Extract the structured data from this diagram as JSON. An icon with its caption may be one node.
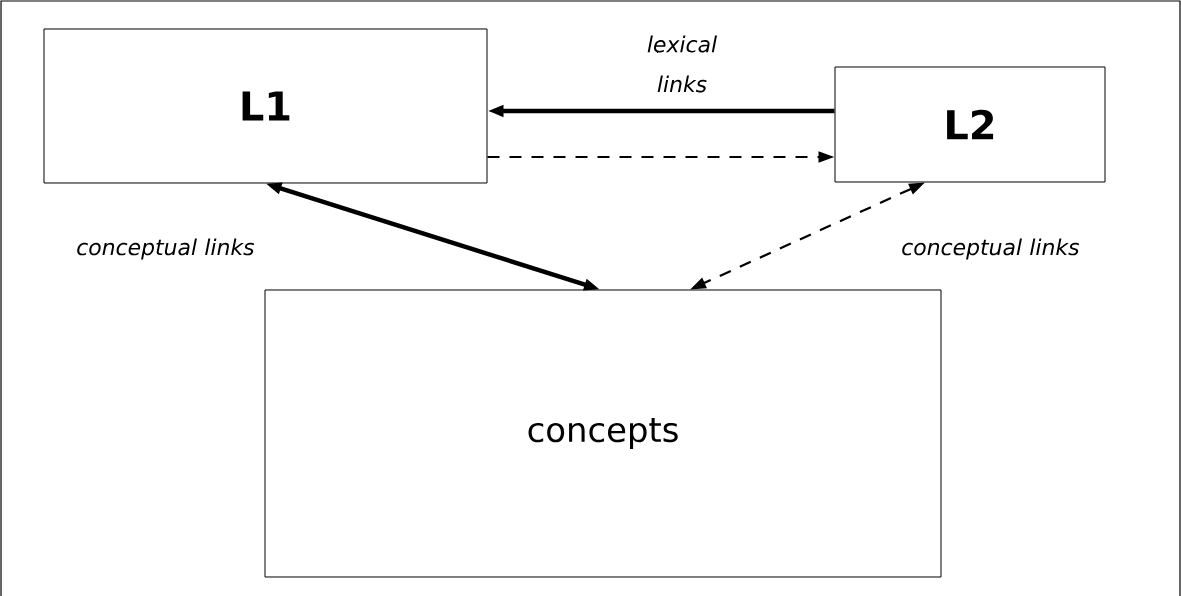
{
  "diagram": {
    "nodes": [
      {
        "text": [
          "L1"
        ]
      },
      {
        "text": [
          "L2"
        ]
      },
      {
        "text": [
          "concepts"
        ]
      }
    ],
    "edges": [
      {
        "from": 1,
        "to": 0,
        "arrow": "to",
        "style": "thick",
        "label": "lexical links"
      },
      {
        "from": 0,
        "to": 1,
        "arrow": "to",
        "style": "dashed"
      },
      {
        "from": 0,
        "to": 2,
        "arrow": "both",
        "style": "thick",
        "label": "conceptual links"
      },
      {
        "from": 1,
        "to": 2,
        "arrow": "both",
        "style": "dashed",
        "label": "conceptual links"
      }
    ]
  }
}
